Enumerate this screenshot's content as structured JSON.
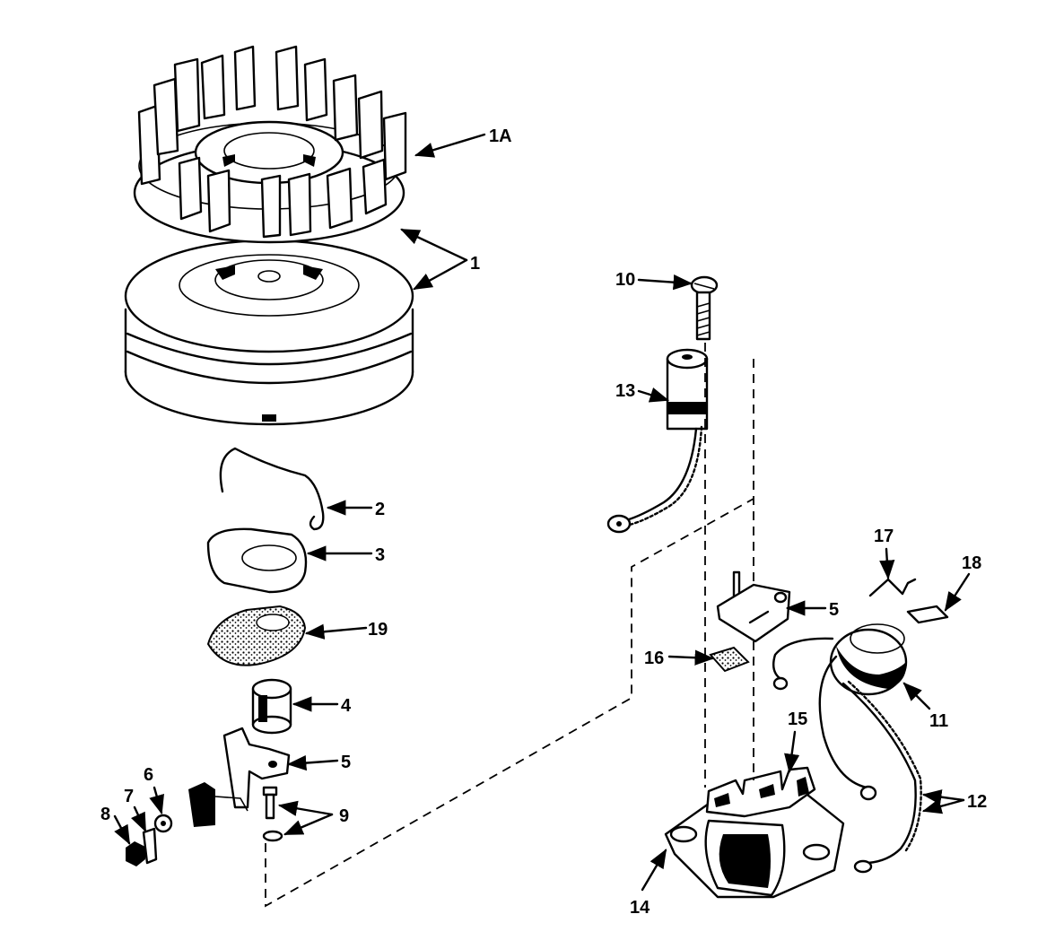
{
  "labels": {
    "l1A": "1A",
    "l1": "1",
    "l2": "2",
    "l3": "3",
    "l19": "19",
    "l4": "4",
    "l5a": "5",
    "l6": "6",
    "l7": "7",
    "l8": "8",
    "l9": "9",
    "l10": "10",
    "l13": "13",
    "l5b": "5",
    "l16": "16",
    "l17": "17",
    "l18": "18",
    "l11": "11",
    "l12": "12",
    "l14": "14",
    "l15": "15"
  }
}
